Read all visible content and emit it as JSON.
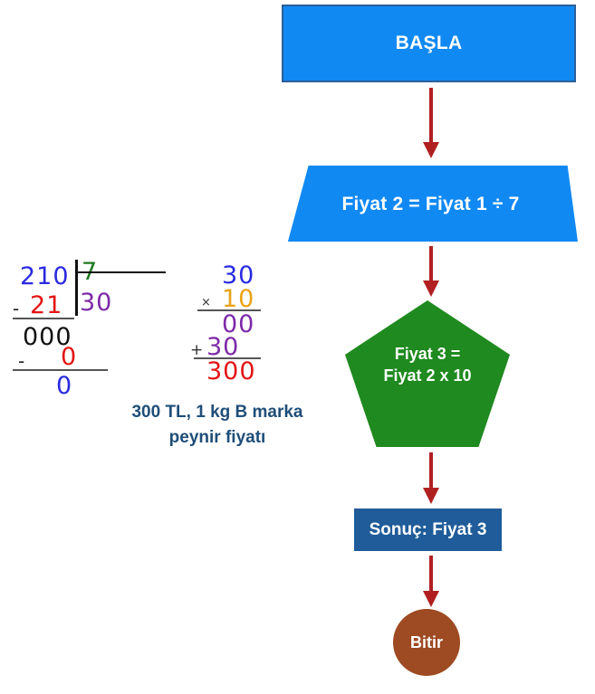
{
  "diagram": {
    "title": "Fiyat hesaplama akis semasi",
    "colors": {
      "process_blue": "#1189f3",
      "start_border": "#2a6099",
      "calc_green": "#1f8a1f",
      "result_blue": "#1f5c99",
      "end_brown": "#9e4a22",
      "arrow_red": "#b02020",
      "caption_navy": "#1f4e79"
    },
    "nodes": {
      "start": {
        "label": "BAŞLA",
        "shape": "rectangle"
      },
      "process": {
        "label": "Fiyat 2 = Fiyat 1 ÷ 7",
        "shape": "trapezoid"
      },
      "calc": {
        "line1": "Fiyat 3 =",
        "line2": "Fiyat 2 x 10",
        "shape": "pentagon"
      },
      "result": {
        "label": "Sonuç: Fiyat 3",
        "shape": "rectangle"
      },
      "end": {
        "label": "Bitir",
        "shape": "circle"
      }
    },
    "arrows": [
      {
        "name": "start-to-process",
        "direction": "down"
      },
      {
        "name": "process-to-calc",
        "direction": "down"
      },
      {
        "name": "calc-to-result",
        "direction": "down"
      },
      {
        "name": "result-to-end",
        "direction": "down"
      }
    ]
  },
  "worksheet": {
    "division": {
      "dividend": "210",
      "divisor": "7",
      "subtract_1": "21",
      "minus_1": "-",
      "quotient": "30",
      "bring_down": "000",
      "subtract_2": "0",
      "minus_2": "-",
      "remainder": "0"
    },
    "multiplication": {
      "factor_a": "30",
      "factor_b": "10",
      "times_sign": "×",
      "partial_1": "00",
      "partial_2": "30",
      "plus_sign": "+",
      "product": "300"
    },
    "caption": {
      "line1": "300 TL, 1 kg B marka",
      "line2": "peynir fiyatı"
    }
  }
}
